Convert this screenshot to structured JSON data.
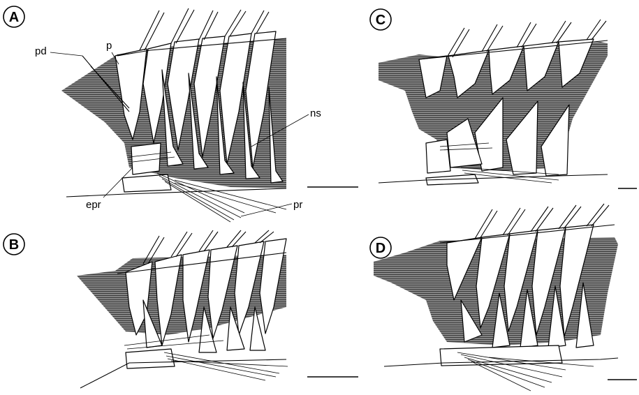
{
  "panels": {
    "a": {
      "letter": "A"
    },
    "b": {
      "letter": "B"
    },
    "c": {
      "letter": "C"
    },
    "d": {
      "letter": "D"
    }
  },
  "labels": {
    "pd": "pd",
    "p": "p",
    "ns": "ns",
    "epr": "epr",
    "pr": "pr"
  },
  "colors": {
    "ink": "#000000",
    "background": "#ffffff"
  }
}
